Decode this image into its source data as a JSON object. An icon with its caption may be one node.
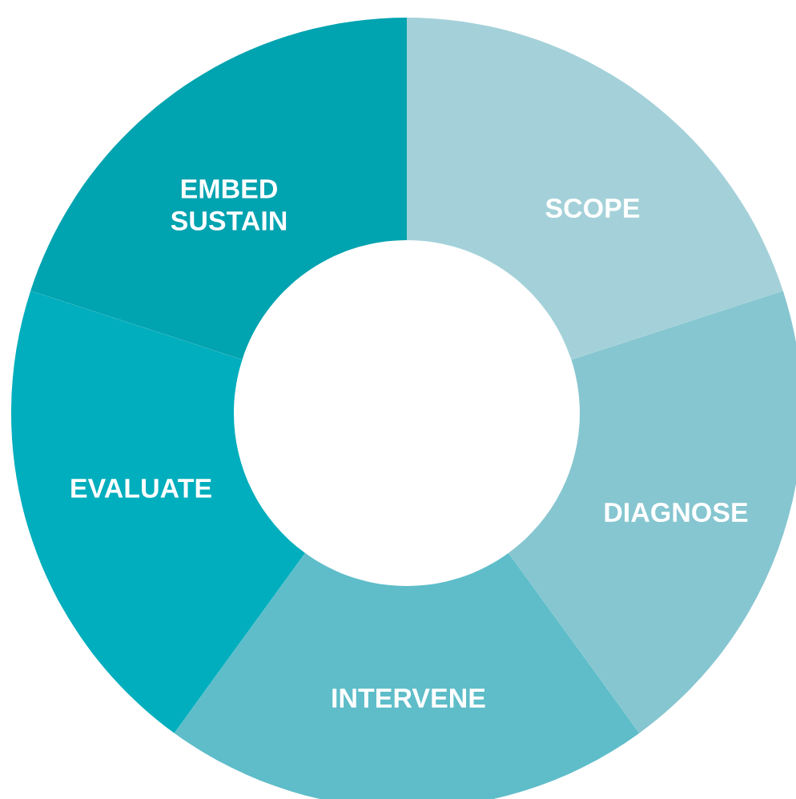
{
  "diagram": {
    "nodes": [
      {
        "text": [
          "SCOPE"
        ]
      },
      {
        "text": [
          "DIAGNOSE"
        ]
      },
      {
        "text": [
          "INTERVENE"
        ]
      },
      {
        "text": [
          "EVALUATE"
        ]
      },
      {
        "text": [
          "EMBED SUSTAIN"
        ]
      }
    ]
  }
}
